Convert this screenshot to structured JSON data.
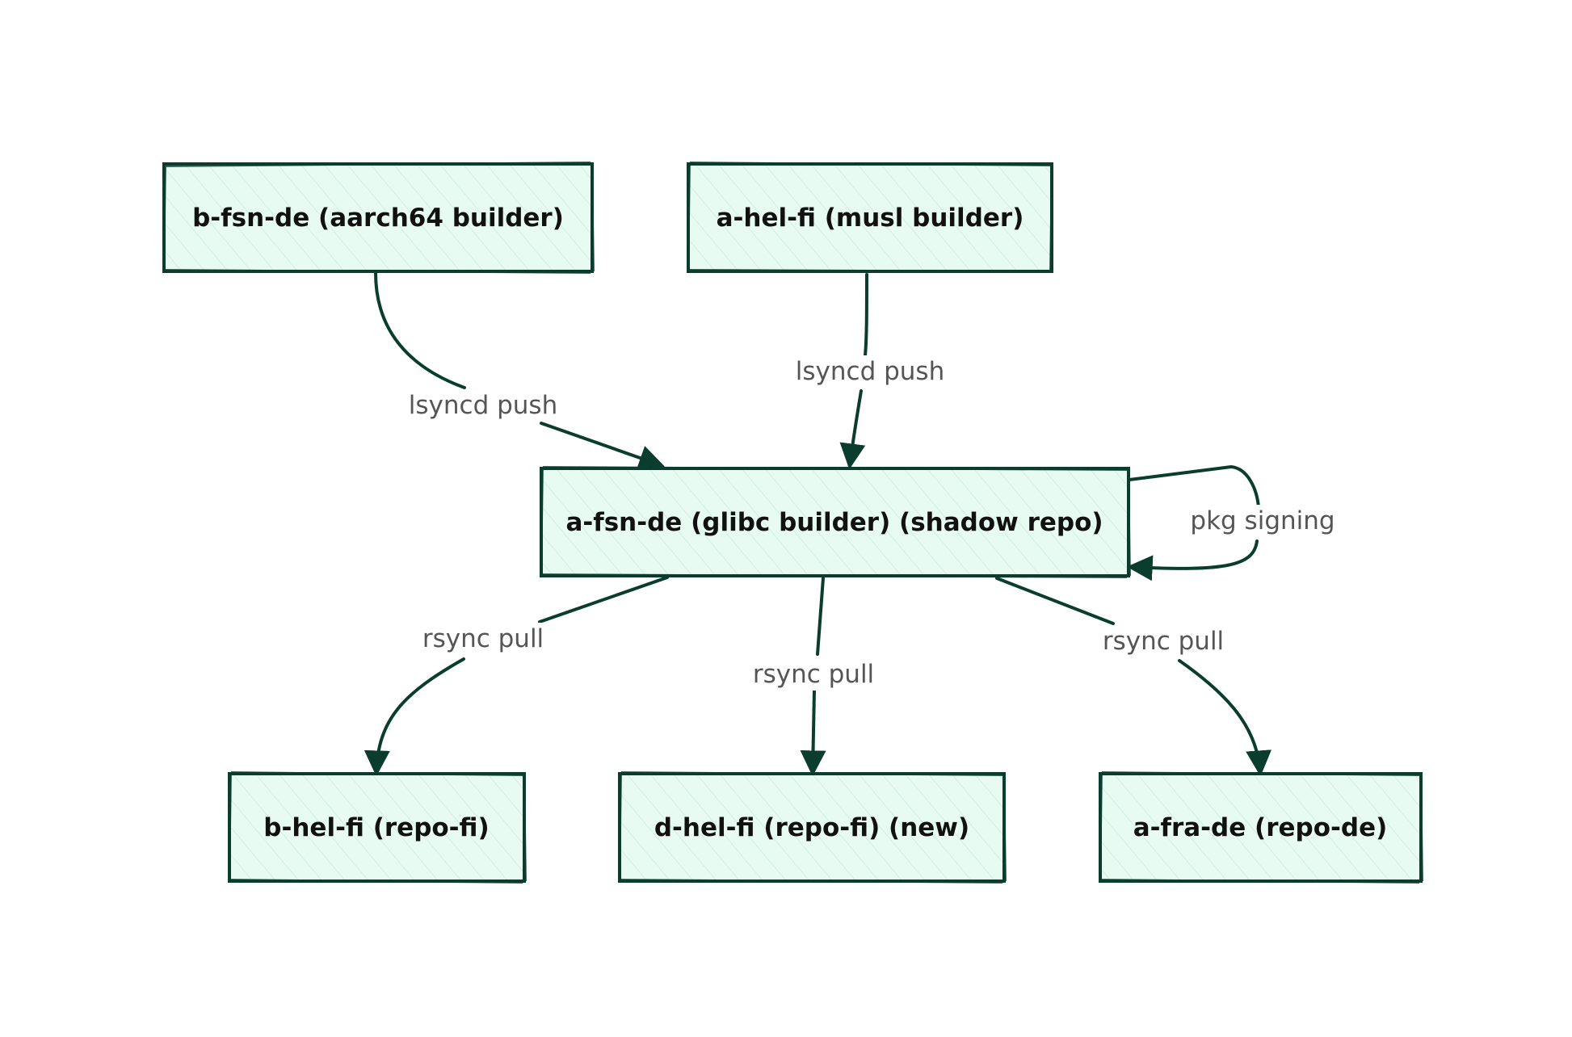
{
  "diagram": {
    "nodes": {
      "b_fsn_de": "b-fsn-de (aarch64 builder)",
      "a_hel_fi": "a-hel-fi (musl builder)",
      "a_fsn_de": "a-fsn-de (glibc builder) (shadow repo)",
      "b_hel_fi": "b-hel-fi (repo-fi)",
      "d_hel_fi": "d-hel-fi (repo-fi) (new)",
      "a_fra_de": "a-fra-de (repo-de)"
    },
    "edges": {
      "b_fsn_de_to_a_fsn_de": "lsyncd push",
      "a_hel_fi_to_a_fsn_de": "lsyncd push",
      "a_fsn_de_self": "pkg signing",
      "a_fsn_de_to_b_hel_fi": "rsync pull",
      "a_fsn_de_to_d_hel_fi": "rsync pull",
      "a_fsn_de_to_a_fra_de": "rsync pull"
    },
    "colors": {
      "stroke": "#0b3d2e",
      "fill": "#e8fbf3",
      "label": "#111111",
      "edge_label": "#555555"
    }
  }
}
